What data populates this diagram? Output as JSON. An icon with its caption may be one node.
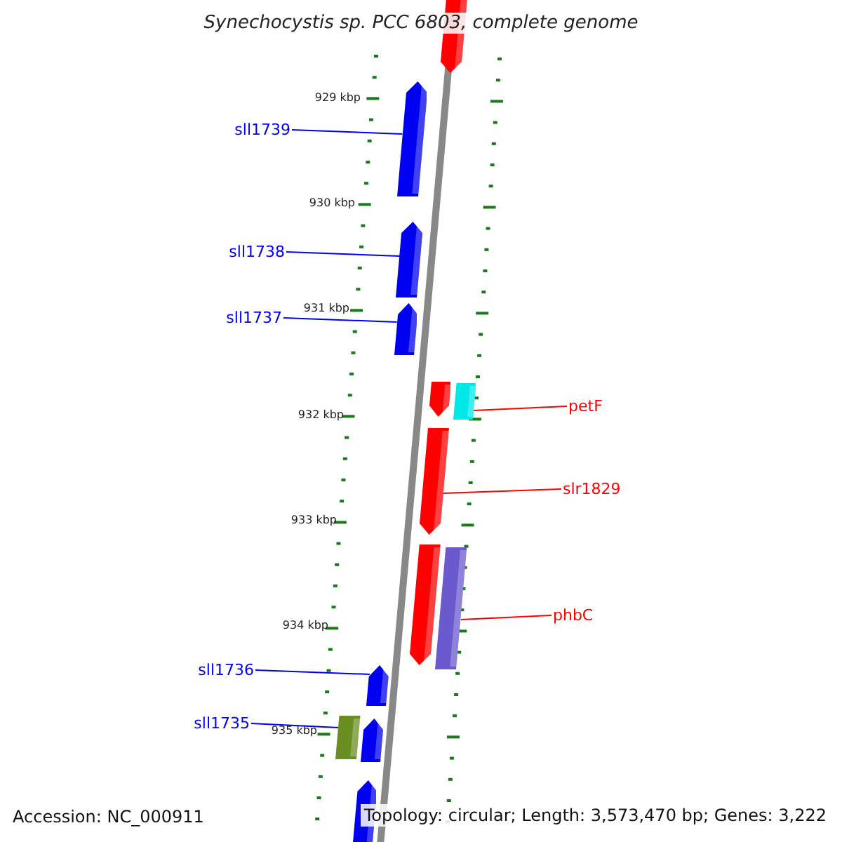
{
  "diagram": {
    "title": "Synechocystis sp. PCC 6803, complete genome",
    "nodes": [
      {
        "text": [],
        "shape": "bar"
      },
      {
        "text": [
          "sll1739"
        ]
      },
      {
        "text": [],
        "shape": "bar"
      },
      {
        "text": [
          "sll1738"
        ]
      },
      {
        "text": [],
        "shape": "bar"
      },
      {
        "text": [
          "sll1737"
        ]
      },
      {
        "text": [],
        "shape": "bar"
      },
      {
        "text": [],
        "shape": "bar"
      },
      {
        "text": [],
        "shape": "box"
      },
      {
        "text": [
          "petF"
        ]
      },
      {
        "text": [],
        "shape": "bar"
      },
      {
        "text": [
          "slr1829"
        ]
      },
      {
        "text": [],
        "shape": "bar"
      },
      {
        "text": [],
        "shape": "box"
      },
      {
        "text": [
          "phbC"
        ]
      },
      {
        "text": [
          "sll1736"
        ]
      },
      {
        "text": [],
        "shape": "bar"
      },
      {
        "text": [
          "sll1735"
        ]
      },
      {
        "text": [],
        "shape": "box"
      },
      {
        "text": [],
        "shape": "bar"
      },
      {
        "text": [],
        "shape": "bar"
      }
    ],
    "edges": [
      {
        "from": 1,
        "to": 2,
        "arrow": "none"
      },
      {
        "from": 3,
        "to": 4,
        "arrow": "none"
      },
      {
        "from": 5,
        "to": 6,
        "arrow": "none"
      },
      {
        "from": 9,
        "to": 8,
        "arrow": "none",
        "color": "#ff0000"
      },
      {
        "from": 11,
        "to": 10,
        "arrow": "none",
        "color": "#ff0000"
      },
      {
        "from": 14,
        "to": 13,
        "arrow": "none",
        "color": "#ff0000"
      },
      {
        "from": 15,
        "to": 16,
        "arrow": "none"
      },
      {
        "from": 17,
        "to": 18,
        "arrow": "none"
      }
    ],
    "labels": [
      "929 kbp",
      "930 kbp",
      "931 kbp",
      "932 kbp",
      "933 kbp",
      "934 kbp",
      "935 kbp",
      "Accession: NC_000911",
      "Topology: circular; Length: 3,573,470 bp; Genes: 3,222"
    ]
  }
}
